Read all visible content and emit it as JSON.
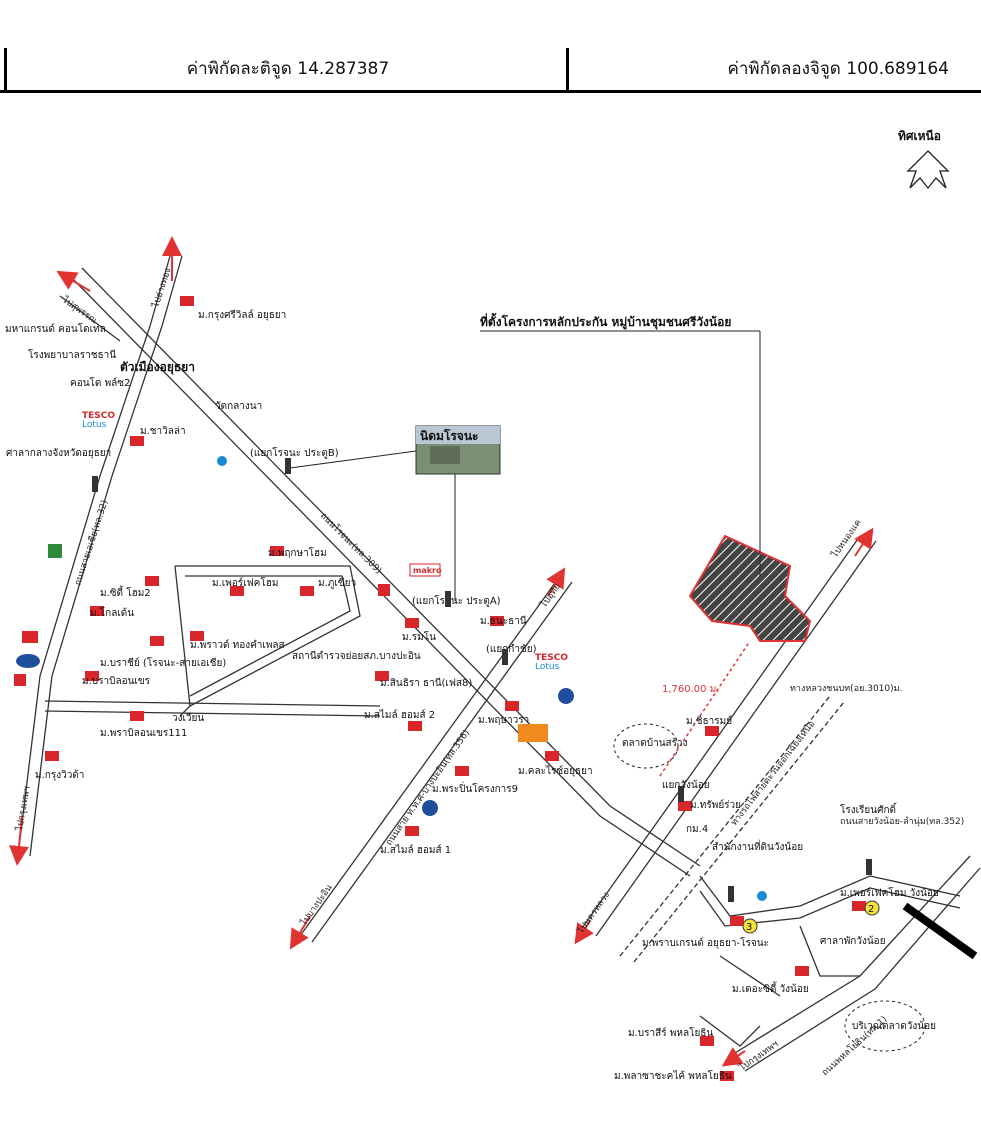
{
  "header": {
    "latitude_label": "ค่าพิกัดละติจูด 14.287387",
    "longitude_label": "ค่าพิกัดลองจิจูด 100.689164"
  },
  "map": {
    "north_label": "ทิศเหนือ",
    "project_label": "ที่ตั้งโครงการหลักประกัน หมู่บ้านชุมชนศรีวังน้อย",
    "distance_label": "1,760.00 ม.",
    "photo_label": "นิดมโรจนะ",
    "colors": {
      "road_outline": "#333333",
      "arrow_red": "#e23333",
      "building_red": "#d9262b",
      "parcel_outline": "#e23333",
      "marker_yellow": "#f3e23a"
    },
    "landmarks": {
      "ayutthaya_center": "ศาลากลางจังหวัดอยุธยา",
      "ayutthaya_city": "ตัวเมืองอยุธยา",
      "grand": "มหาแกรนด์ คอนโดเทล",
      "hospital": "โรงพยาบาลราชธานี",
      "condo": "คอนโด พล์ซ2",
      "wat": "วัดกลางนา",
      "wangnoi_station": "ศาลาพักวังน้อย",
      "school": "โรงเรียนศักดิ์",
      "market_bansang": "ตลาดบ้านสร้าง",
      "market_wangnoi": "บริเวณตลาดวังน้อย",
      "police_station": "สถานีตำรวจย่อยสภ.บางปะอิน",
      "rojana_gate_b": "(แยกโรจนะ ประตูB)",
      "rojana_gate_a": "(แยกโรจนะ ประตูA)",
      "circle": "วงเวียน",
      "km_marker": "กม.4",
      "district_office": "สำนักงานที่ดินวังน้อย",
      "kv_a": "(แยกกำชัย)",
      "wangnoi_intersection": "แยกวังน้อย"
    },
    "villages": [
      "ม.กรุงศรีวิลล์ อยุธยา",
      "ม.ชาวิลล่า",
      "ม.ซิตี้ โฮม2",
      "ม.โกลเด้น",
      "ม.พฤกษาโฮม",
      "ม.เพอร์เฟคโฮม",
      "ม.ภูเขียว",
      "ม.พราวด์ ทองคำเพลส",
      "ม.บราชีย์ (โรจนะ-สายเอเชีย)",
      "ม.บราบิลอนเขร",
      "ม.พราบิลอนเขร111",
      "ม.กรุงวิวด้า",
      "ม.รมโน",
      "ม.ธนะธานี",
      "ม.สินธิรา ธานี(เฟส8)",
      "ม.สไมล์ ฮอมส์ 2",
      "ม.พฤษาวรา",
      "ม.คละไรซ์อยุธยา",
      "ม.พระปิ่นโครงการ9",
      "ม.สไมล์ ฮอมส์ 1",
      "ม.ชิธารมย์",
      "ม.ทรัพย์ร่วย",
      "ม.พราบเกรนด์ อยุธยา-โรจนะ",
      "ม.เดอะซิตี้ วังน้อย",
      "ม.บราสีร์ พหลโยธิน",
      "ม.พลาซาชะคไค้ พหลโยธิน",
      "ม.เพอร์เฟคโฮม วังน้อย"
    ],
    "roads": {
      "rojana": "ถนนโรจนะ(ทล.309)",
      "asia": "ถนนสายเอเชีย(ทล.32)",
      "bangpain_road": "ถนนสาย ท.ท.ศ-บางปะอิน(ทล.356)",
      "rural": "ทางหลวงชนบท(อย.3010)ม.",
      "railway": "ทางรถไฟสายตะวันออกเฉียงเหนือ",
      "phahonyothin": "ถนนพหลโยธิน(ทล.1)",
      "wangnoi_road": "ถนนสายวังน้อย-ลำนุ่ม(ทล.352)"
    },
    "destinations": {
      "to_angthong": "ไปอ่างทอง",
      "to_suphanburi": "ไปสุพรรณ",
      "to_bangkok_w": "ไปกรุงเทพฯ",
      "to_bangpain": "ไปบางปะอิน",
      "to_uthai": "ไปอุทัย",
      "to_nongkhae": "ไปหนองแค",
      "to_bangkok_e": "ไปกรุงเทพฯ",
      "to_nakhonluang": "ไปนครหลวง"
    },
    "markers": [
      "2",
      "3"
    ],
    "brands": {
      "tesco_top": "TESCO",
      "tesco_top_sub": "Lotus",
      "tesco_mid": "TESCO",
      "tesco_mid_sub": "Lotus",
      "makro": "makro"
    }
  }
}
